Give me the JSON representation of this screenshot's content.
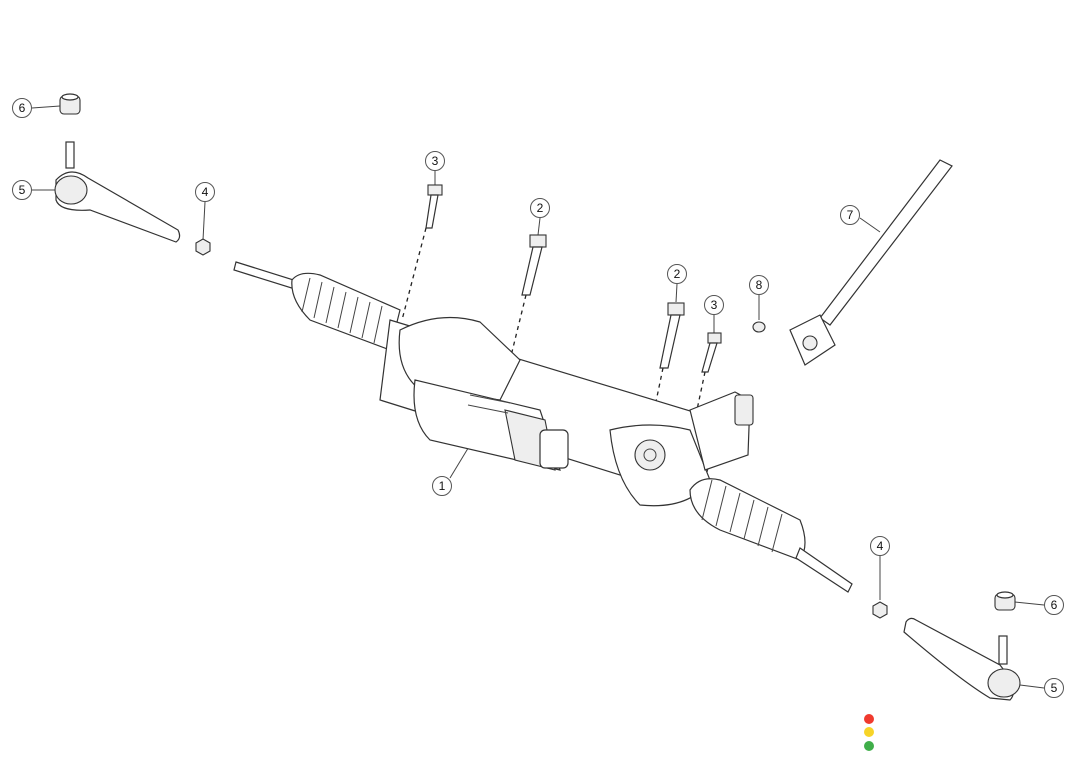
{
  "diagram": {
    "callouts": [
      {
        "id": "c6a",
        "label": "6"
      },
      {
        "id": "c5a",
        "label": "5"
      },
      {
        "id": "c4a",
        "label": "4"
      },
      {
        "id": "c3a",
        "label": "3"
      },
      {
        "id": "c2a",
        "label": "2"
      },
      {
        "id": "c2b",
        "label": "2"
      },
      {
        "id": "c3b",
        "label": "3"
      },
      {
        "id": "c8",
        "label": "8"
      },
      {
        "id": "c7",
        "label": "7"
      },
      {
        "id": "c1",
        "label": "1"
      },
      {
        "id": "c4b",
        "label": "4"
      },
      {
        "id": "c6b",
        "label": "6"
      },
      {
        "id": "c5b",
        "label": "5"
      }
    ],
    "status_dots": [
      {
        "name": "red",
        "color": "#f03a2e"
      },
      {
        "name": "yellow",
        "color": "#f7d428"
      },
      {
        "name": "green",
        "color": "#3fae49"
      }
    ]
  }
}
